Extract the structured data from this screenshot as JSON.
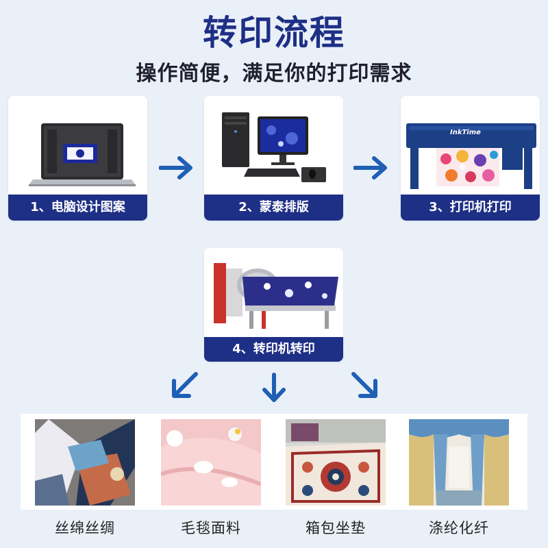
{
  "header": {
    "title": "转印流程",
    "subtitle": "操作简便，满足你的打印需求"
  },
  "steps": [
    {
      "label": "1、电脑设计图案",
      "icon": "laptop-icon"
    },
    {
      "label": "2、蒙泰排版",
      "icon": "desktop-computer-icon"
    },
    {
      "label": "3、打印机打印",
      "icon": "printer-icon"
    },
    {
      "label": "4、转印机转印",
      "icon": "heat-transfer-machine-icon"
    }
  ],
  "printer_brand": "InkTime",
  "products": [
    {
      "caption": "丝绵丝绸"
    },
    {
      "caption": "毛毯面料"
    },
    {
      "caption": "箱包坐垫"
    },
    {
      "caption": "涤纶化纤"
    }
  ],
  "colors": {
    "brand_navy": "#1e2f86",
    "arrow_blue": "#1f5fb4",
    "background": "#eaf0f8"
  }
}
